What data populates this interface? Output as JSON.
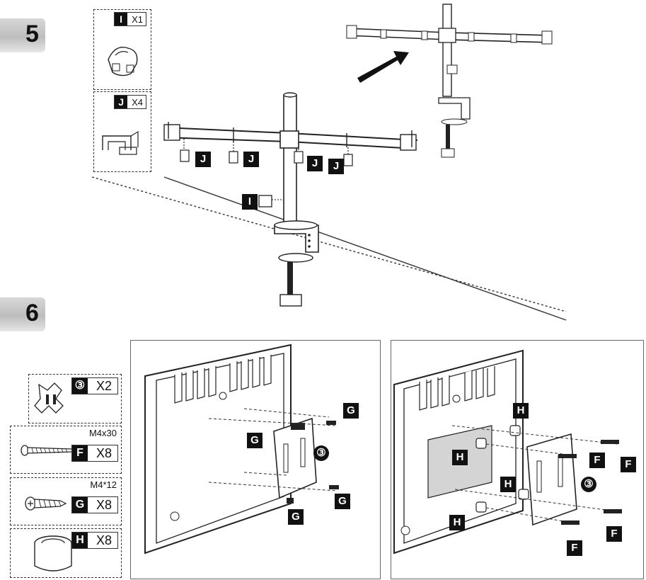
{
  "steps": {
    "step5": "5",
    "step6": "6"
  },
  "step5": {
    "kit_I": {
      "letter": "I",
      "qty": "X1"
    },
    "kit_J": {
      "letter": "J",
      "qty": "X4"
    },
    "callouts": {
      "J": "J",
      "I": "I"
    }
  },
  "step6": {
    "parts": [
      {
        "letter": "③",
        "qty": "X2",
        "spec": ""
      },
      {
        "letter": "F",
        "qty": "X8",
        "spec": "M4x30"
      },
      {
        "letter": "G",
        "qty": "X8",
        "spec": "M4*12"
      },
      {
        "letter": "H",
        "qty": "X8",
        "spec": ""
      }
    ],
    "panel_left": {
      "G": "G",
      "plate": "③"
    },
    "panel_right": {
      "H": "H",
      "F": "F",
      "plate": "③"
    }
  }
}
